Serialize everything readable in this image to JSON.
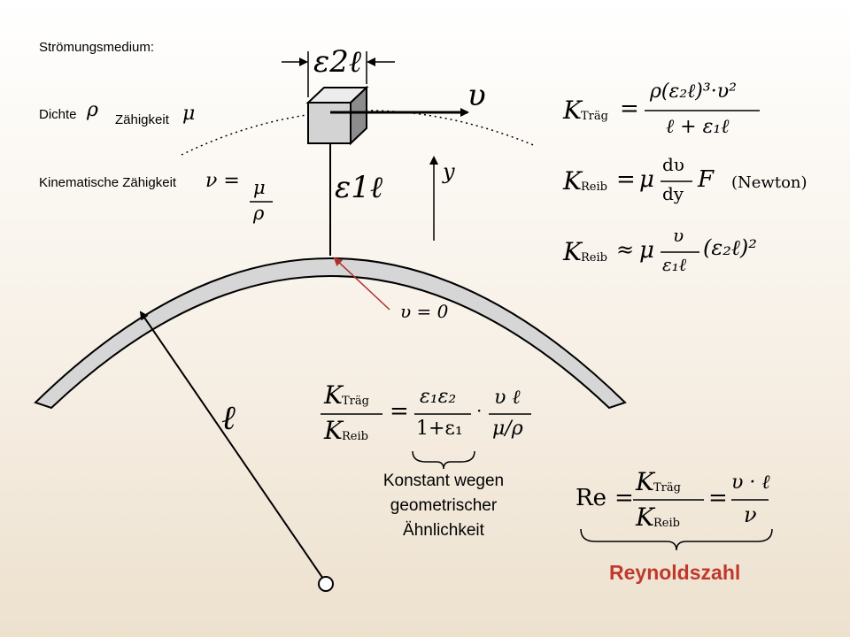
{
  "medium_title": "Strömungsmedium:",
  "dichte_label": "Dichte",
  "dichte_symbol": "ρ",
  "zaehigkeit_label": "Zähigkeit",
  "zaehigkeit_symbol": "μ",
  "kin_label": "Kinematische Zähigkeit",
  "kin_lhs": "ν =",
  "kin_num": "μ",
  "kin_den": "ρ",
  "width_symbol": "ε2ℓ",
  "height_symbol": "ε1ℓ",
  "velocity_symbol": "υ",
  "y_axis_symbol": "y",
  "v_zero": "υ = 0",
  "radius_symbol": "ℓ",
  "brace_note_lines": [
    "Konstant wegen",
    "geometrischer",
    "Ähnlichkeit"
  ],
  "reynolds_label": "Reynoldszahl",
  "newton_note": "(Newton)",
  "eq_traeg": {
    "lhs": "K",
    "sub": "Träg",
    "num": "ρ(ε₂ℓ)³·υ²",
    "den": "ℓ + ε₁ℓ"
  },
  "eq_reib1": {
    "lhs": "K",
    "sub": "Reib",
    "mult": "μ",
    "num": "dυ",
    "den": "dy",
    "tail": "F"
  },
  "eq_reib2": {
    "lhs": "K",
    "sub": "Reib",
    "rel": "≈",
    "mult": "μ",
    "num": "υ",
    "den": "ε₁ℓ",
    "tail": "(ε₂ℓ)²"
  },
  "eq_ratio": {
    "num": "K",
    "num_sub": "Träg",
    "den": "K",
    "den_sub": "Reib",
    "f1_num": "ε₁ε₂",
    "f1_den": "1+ε₁",
    "dot": "·",
    "f2_num": "υ ℓ",
    "f2_den": "μ/ρ"
  },
  "eq_re": {
    "lhs": "Re",
    "num": "K",
    "num_sub": "Träg",
    "den": "K",
    "den_sub": "Reib",
    "f_num": "υ · ℓ",
    "f_den": "ν"
  },
  "colors": {
    "arc_fill": "#d6d6d6",
    "cube": "#d3d3d3",
    "red": "#c0392b",
    "pointer": "#b03030"
  }
}
